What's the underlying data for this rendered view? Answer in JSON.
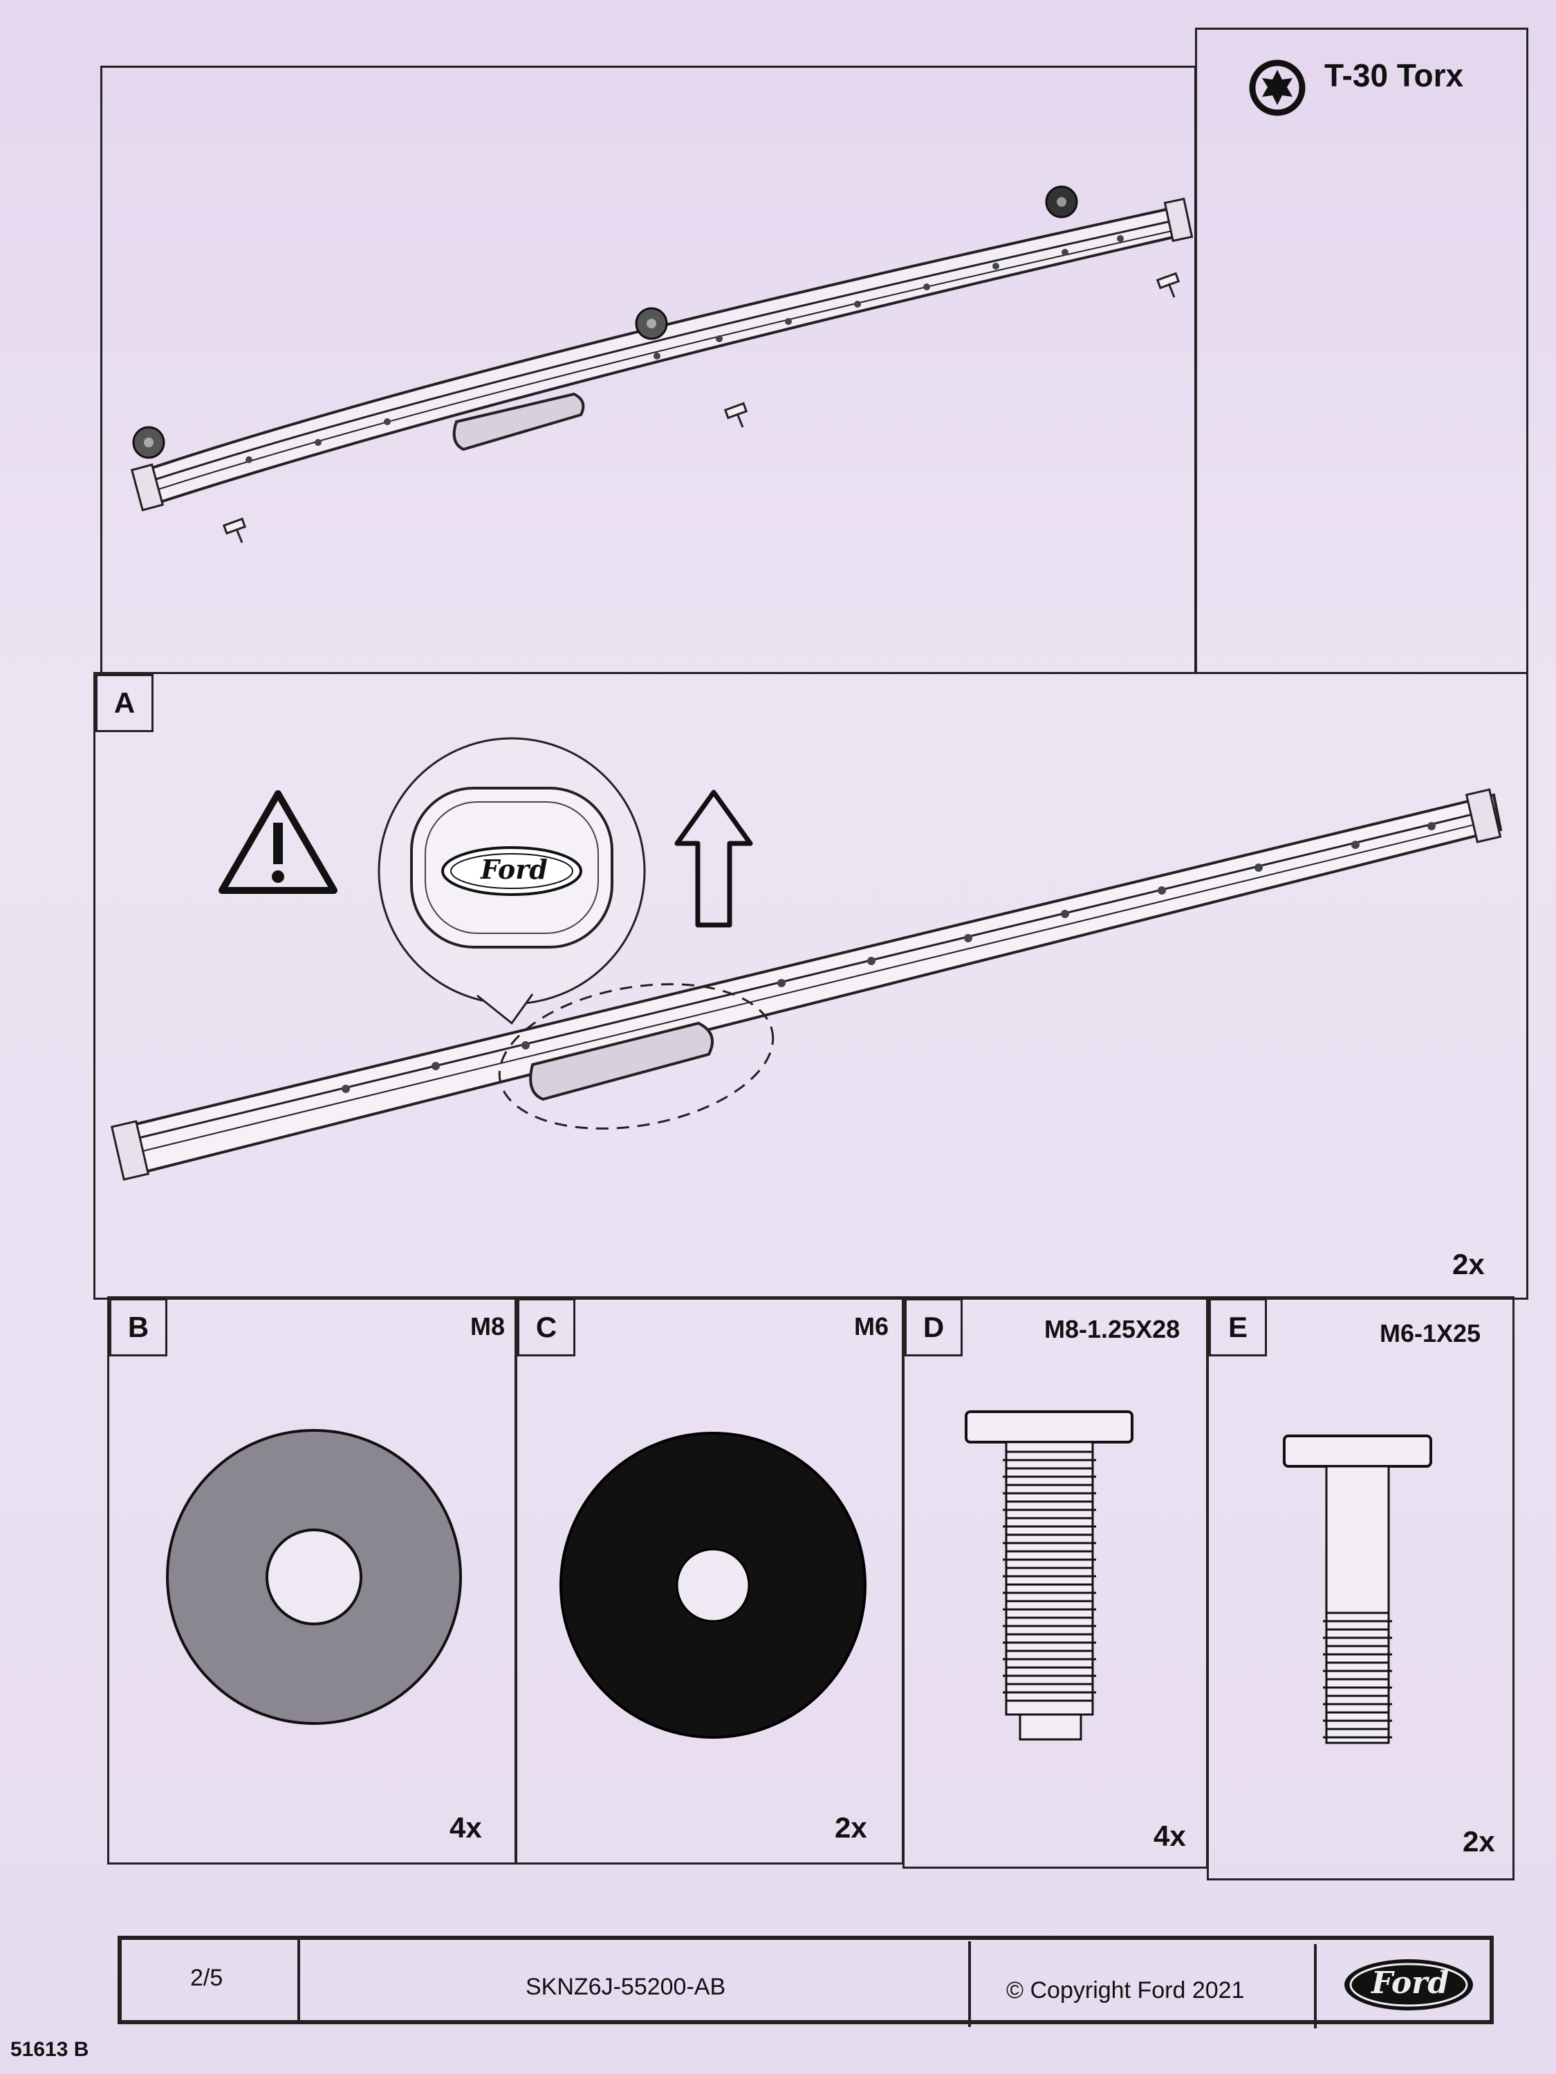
{
  "tool": {
    "name": "T-30 Torx",
    "icon": "torx-icon"
  },
  "step_a": {
    "label": "A",
    "quantity": "2x",
    "logo_text": "Ford"
  },
  "parts": [
    {
      "label": "B",
      "spec": "M8",
      "quantity": "4x"
    },
    {
      "label": "C",
      "spec": "M6",
      "quantity": "2x"
    },
    {
      "label": "D",
      "spec": "M8-1.25X28",
      "quantity": "4x"
    },
    {
      "label": "E",
      "spec": "M6-1X25",
      "quantity": "2x"
    }
  ],
  "footer": {
    "page": "2/5",
    "part_number": "SKNZ6J-55200-AB",
    "copyright": "© Copyright Ford 2021",
    "logo_text": "Ford"
  },
  "doc_code": "51613 B"
}
